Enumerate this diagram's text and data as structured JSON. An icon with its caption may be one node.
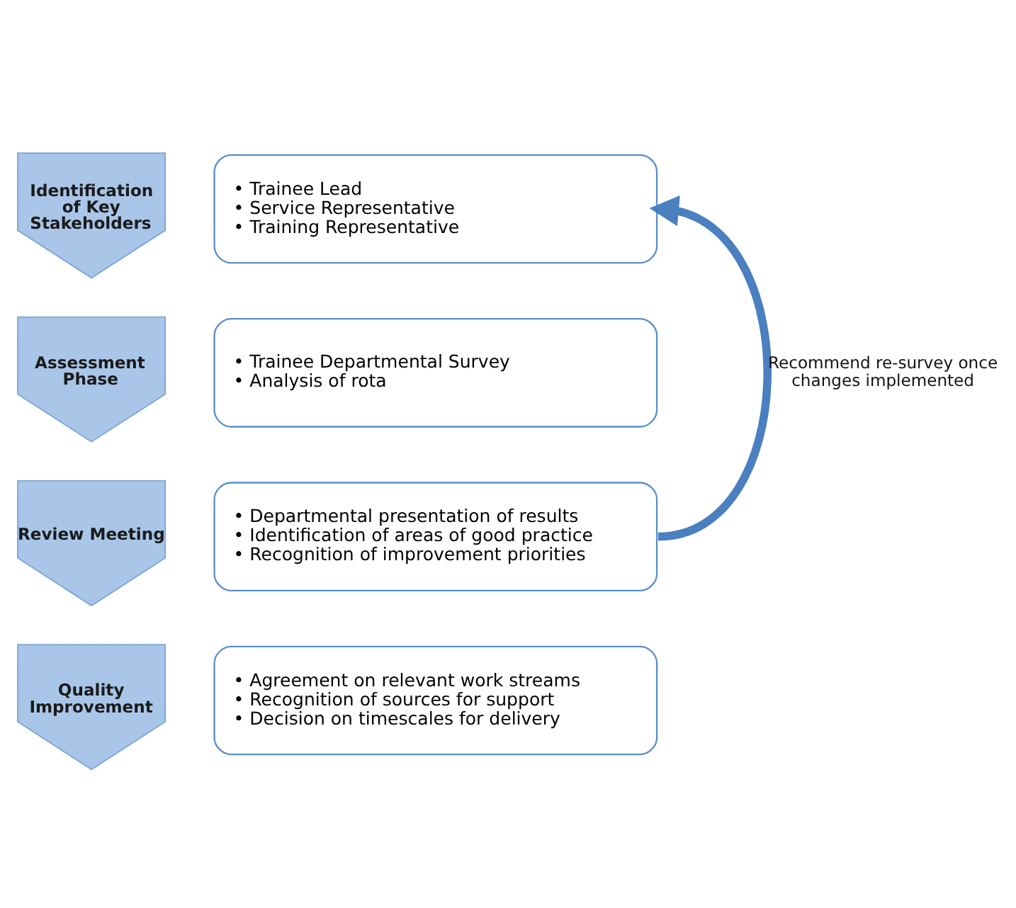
{
  "diagram": {
    "nodes": [
      {
        "text": [
          "Identification of Key Stakeholders"
        ]
      },
      {
        "text": [
          "• Trainee Lead",
          "• Service Representative",
          "• Training Representative"
        ]
      },
      {
        "text": [
          "Assessment Phase"
        ]
      },
      {
        "text": [
          "• Trainee Departmental Survey",
          "• Analysis of rota"
        ]
      },
      {
        "text": [
          "Review Meeting"
        ]
      },
      {
        "text": [
          "• Departmental presentation of results",
          "• Identification of areas of good practice",
          "• Recognition of improvement priorities"
        ]
      },
      {
        "text": [
          "Quality Improvement"
        ]
      },
      {
        "text": [
          "• Agreement on relevant work streams",
          "• Recognition of sources for support",
          "• Decision on timescales for delivery"
        ]
      }
    ],
    "edges": [
      {
        "from": 5,
        "to": 1,
        "arrow": "to",
        "label": "Recommend re-survey once changes implemented"
      }
    ]
  }
}
